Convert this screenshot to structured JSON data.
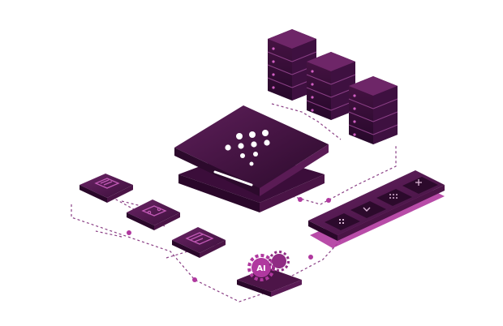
{
  "colors": {
    "background": "#ffffff",
    "tile_top": "#5a1b55",
    "tile_side": "#3a0d38",
    "accent": "#b0389f",
    "wire": "#8a3f85",
    "dot": "#ffffff"
  },
  "nodes": [
    {
      "id": "server-stack-1",
      "icon": "server-icon"
    },
    {
      "id": "server-stack-2",
      "icon": "server-icon"
    },
    {
      "id": "server-stack-3",
      "icon": "server-icon"
    },
    {
      "id": "central-hub",
      "icon": "dot-matrix-logo"
    },
    {
      "id": "document-tile",
      "icon": "document-icon"
    },
    {
      "id": "shopping-tile",
      "icon": "cart-icon"
    },
    {
      "id": "browser-tile",
      "icon": "browser-window-icon"
    },
    {
      "id": "ai-gears-tile",
      "icon": "ai-gears-icon"
    },
    {
      "id": "app-panel",
      "icon": "app-grid-icon"
    }
  ],
  "app_panel_icons": [
    "grid-icon",
    "chevron-down-icon",
    "dot-grid-icon",
    "plus-icon"
  ],
  "ai_label": "AI"
}
